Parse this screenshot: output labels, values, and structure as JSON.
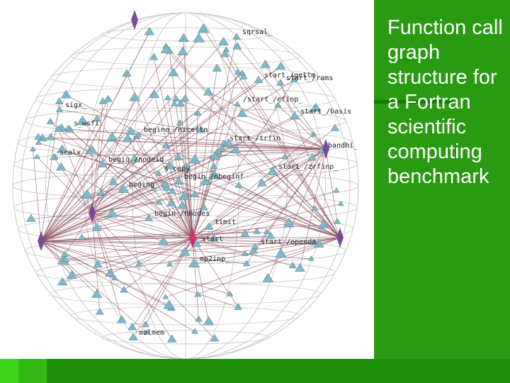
{
  "caption": "Function call graph structure for a Fortran scientific computing benchmark",
  "colors": {
    "slide_bg": "#2a9a12",
    "panel_bg": "#ffffff",
    "grid": "#c8c8c8",
    "edge": "#8a4a5a",
    "node": "#7fb8c8",
    "hub": "#d0306a"
  },
  "graph": {
    "labels": [
      "sqrsal_",
      "start_/gettm",
      "start_/rams",
      "/start_/efinp_",
      "start_/basis",
      "sigx_",
      "s_wsfi",
      "beginq_/niceftn_",
      "start_/trfin",
      "bandhi_",
      "scalx_",
      "begiq_/nodeid_",
      "s_copy",
      "begin_/nbeginf",
      "start_/zrfinp_",
      "beging_",
      "begin_/nmodes",
      "timit",
      "start",
      "start_/openda",
      "mp2inp_",
      "molmem"
    ]
  }
}
